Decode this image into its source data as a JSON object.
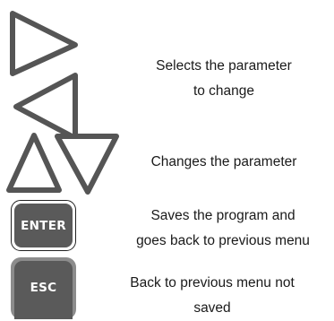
{
  "rows": [
    {
      "keys": [
        "right-arrow-icon",
        "left-arrow-icon"
      ],
      "line1": "Selects the parameter",
      "line2": "to change"
    },
    {
      "keys": [
        "up-arrow-icon",
        "down-arrow-icon"
      ],
      "line1": "Changes the parameter"
    },
    {
      "key_label": "ENTER",
      "line1": "Saves the program and",
      "line2": "goes back to previous menu"
    },
    {
      "key_label": "ESC",
      "line1": "Back to previous menu not",
      "line2": "saved"
    }
  ],
  "colors": {
    "key_face": "#5a5a5a",
    "key_rim": "#8c8c8c",
    "arrow_stroke": "#555555"
  }
}
